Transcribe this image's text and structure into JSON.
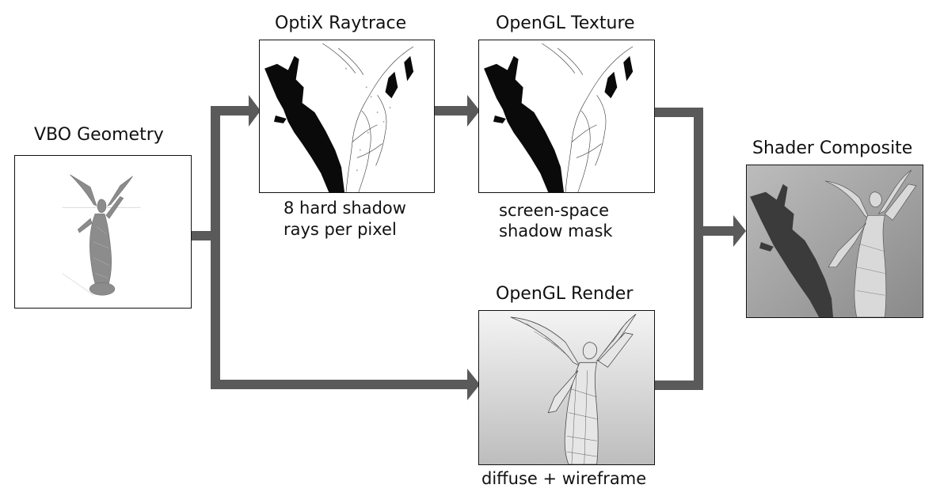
{
  "nodes": {
    "vbo": {
      "title": "VBO Geometry"
    },
    "optix": {
      "title": "OptiX Raytrace",
      "caption_line1": "8 hard shadow",
      "caption_line2": "rays per pixel"
    },
    "gltex": {
      "title": "OpenGL Texture",
      "caption_line1": "screen-space",
      "caption_line2": "shadow mask"
    },
    "glrender": {
      "title": "OpenGL Render",
      "caption_line1": "diffuse + wireframe"
    },
    "composite": {
      "title": "Shader Composite"
    }
  },
  "image_content": {
    "vbo": "statue-wireframe-thumbnail",
    "optix": "binary-shadow-raytrace",
    "gltex": "binary-shadow-mask",
    "glrender": "statue-diffuse-wireframe",
    "composite": "statue-shadow-composite"
  },
  "colors": {
    "connector": "#5a5a5a",
    "shadow": "#0a0a0a",
    "statue_light": "#e8e8e8",
    "bg_gray": "#9a9a9a"
  }
}
